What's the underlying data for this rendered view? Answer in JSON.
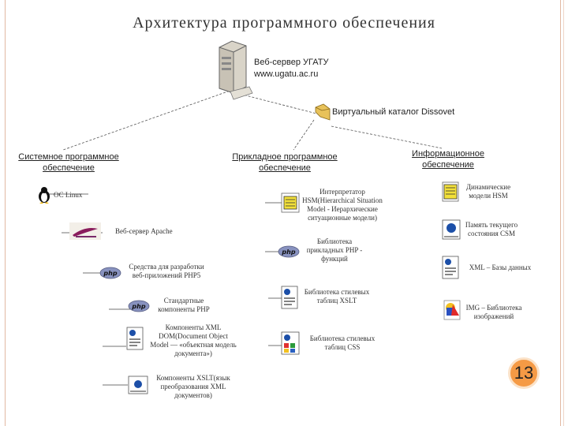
{
  "title": "Архитектура программного обеспечения",
  "server": {
    "name": "Веб-сервер УГАТУ",
    "url": "www.ugatu.ac.ru"
  },
  "catalog": "Виртуальный каталог Dissovet",
  "categories": {
    "system": "Системное программное обеспечение",
    "applied": "Прикладное программное обеспечение",
    "info": "Информационное обеспечение"
  },
  "system_items": [
    "ОС Linux",
    "Веб-сервер Apache",
    "Средства для разработки веб-приложений PHP5",
    "Стандартные компоненты PHP",
    "Компоненты XML DOM(Document Object Model — «объектная модель документа»)",
    "Компоненты XSLT(язык преобразования XML документов)"
  ],
  "applied_items": [
    "Интерпретатор HSM(Hierarchical Situation Model - Иерархические ситуационные модели)",
    "Библиотека прикладных PHP - функций",
    "Библиотека стилевых таблиц XSLT",
    "Библиотека стилевых таблиц CSS"
  ],
  "info_items": [
    "Динамические модели HSM",
    "Память текущего состояния CSM",
    "XML – Базы данных",
    "IMG – Библиотека изображений"
  ],
  "page_number": "13",
  "colors": {
    "accent_orange": "#f59a45",
    "frame": "#e2b8a2",
    "php_badge": "#8892bf",
    "doc_blue": "#1c4fa8",
    "db_yellow": "#f2e03a"
  }
}
